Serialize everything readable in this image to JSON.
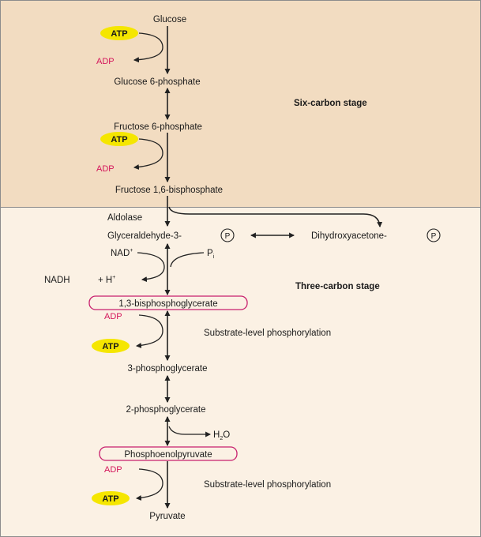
{
  "colors": {
    "six_carbon_bg": "#f2dcc1",
    "three_carbon_bg": "#fbf1e4",
    "border": "#8c8c8c",
    "atp_fill": "#f5e600",
    "adp_text": "#d4145a",
    "water_text": "#3a9fd9",
    "nadh_text": "#2a6fd6",
    "highlight_box": "#c8206e",
    "arrow": "#222222"
  },
  "stages": {
    "six_carbon": "Six-carbon stage",
    "three_carbon": "Three-carbon stage"
  },
  "metabolites": {
    "glucose": "Glucose",
    "glucose_6p": "Glucose 6-phosphate",
    "fructose_6p": "Fructose 6-phosphate",
    "fructose_16bp": "Fructose 1,6-bisphosphate",
    "glyceraldehyde_3p": "Glyceraldehyde-3-",
    "dihydroxyacetone_p": "Dihydroxyacetone-",
    "bpg_13": "1,3-bisphosphoglycerate",
    "pg_3": "3-phosphoglycerate",
    "pg_2": "2-phosphoglycerate",
    "pep": "Phosphoenolpyruvate",
    "pyruvate": "Pyruvate"
  },
  "enzymes": {
    "aldolase": "Aldolase"
  },
  "cofactors": {
    "atp": "ATP",
    "adp": "ADP",
    "nad": "NAD",
    "nad_sup": "+",
    "nadh": "NADH",
    "h_prefix": "+ H",
    "h_sup": "+",
    "pi_main": "P",
    "pi_sub": "i",
    "water_h": "H",
    "water_sub": "2",
    "water_o": "O",
    "phosphate": "P"
  },
  "annotations": {
    "substrate_level_1": "Substrate-level phosphorylation",
    "substrate_level_2": "Substrate-level phosphorylation"
  }
}
